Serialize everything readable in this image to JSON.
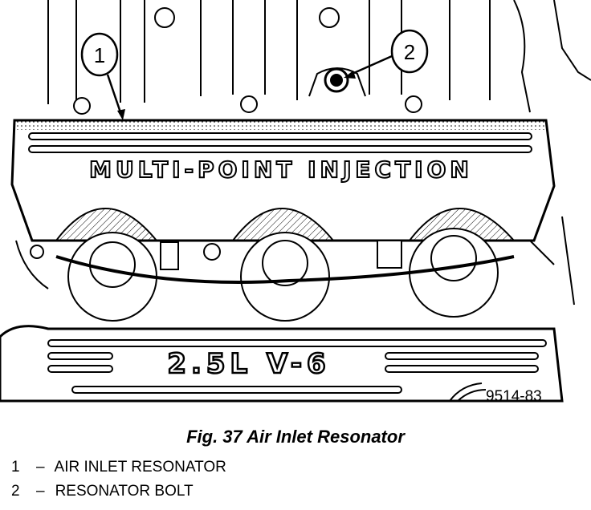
{
  "figure": {
    "caption": "Fig. 37 Air Inlet Resonator",
    "figure_number": "9514-83",
    "cover_text_top": "MULTI-POINT INJECTION",
    "cover_text_bottom": "2.5L V-6"
  },
  "callouts": [
    {
      "number": "1",
      "label": "AIR INLET RESONATOR"
    },
    {
      "number": "2",
      "label": "RESONATOR BOLT"
    }
  ],
  "legend_separator": "–"
}
